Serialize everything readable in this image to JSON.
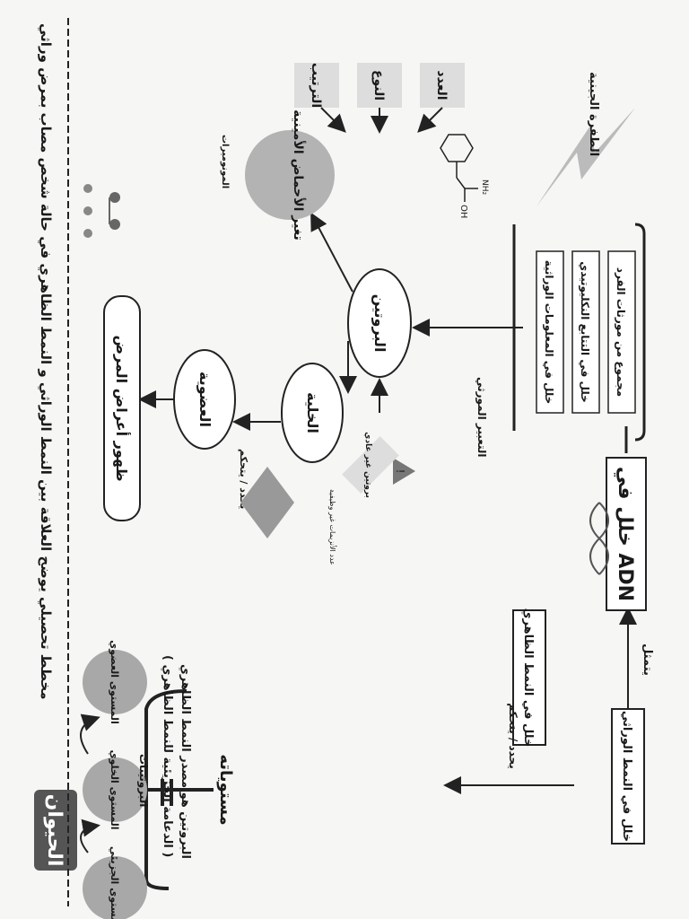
{
  "page": {
    "title_badge": "الحيوان",
    "subtitle": "مخطط تحصيلي يوضح العلاقة بين النمط الوراثي و النمط الظاهري في حالة شخص مصاب بمرض وراثي"
  },
  "flow": {
    "phenotype_levels_label": "مستوياته",
    "levels": [
      "المستوى الجزيئي",
      "المستوى الخلوي",
      "المستوى العضوي"
    ],
    "protein_note": "البروتين هو مصدر النمط الظاهري",
    "protein_note2": "( الدعامة الجزيئية للنمط الظاهري )",
    "equals_label": "البروتينات",
    "genotype_defect": "خلل في النمط الوراثي",
    "phenotype_defect": "خلل في النمط الظاهري",
    "controls_label": "يحدد / يتحكم",
    "represents_label": "يتمثل",
    "adn_defect": "خلل في ADN",
    "adn_causes": [
      "مجموع من مورثات الفرد",
      "خلل في التتابع النكليوتيدي",
      "خلل في المعلومات الوراثية"
    ],
    "mutation_label": "الطفرة الجينية",
    "expression_label": "التعبير المورثي",
    "protein": "البروتين",
    "cell": "الخلية",
    "organism": "العضوية",
    "disease": "ظهور أعراض المرض",
    "abnormal_protein": "بروتين غير عادي",
    "abnormal_enzymes": "عدد الأنزيمات غير وظيفية",
    "aa_change": "تغير الأحماض الأمينية",
    "monomers": "المونوميرات",
    "aa_props": [
      "العدد",
      "النوع",
      "الترتيب"
    ],
    "nh2": "NH₂",
    "oh": "OH"
  }
}
